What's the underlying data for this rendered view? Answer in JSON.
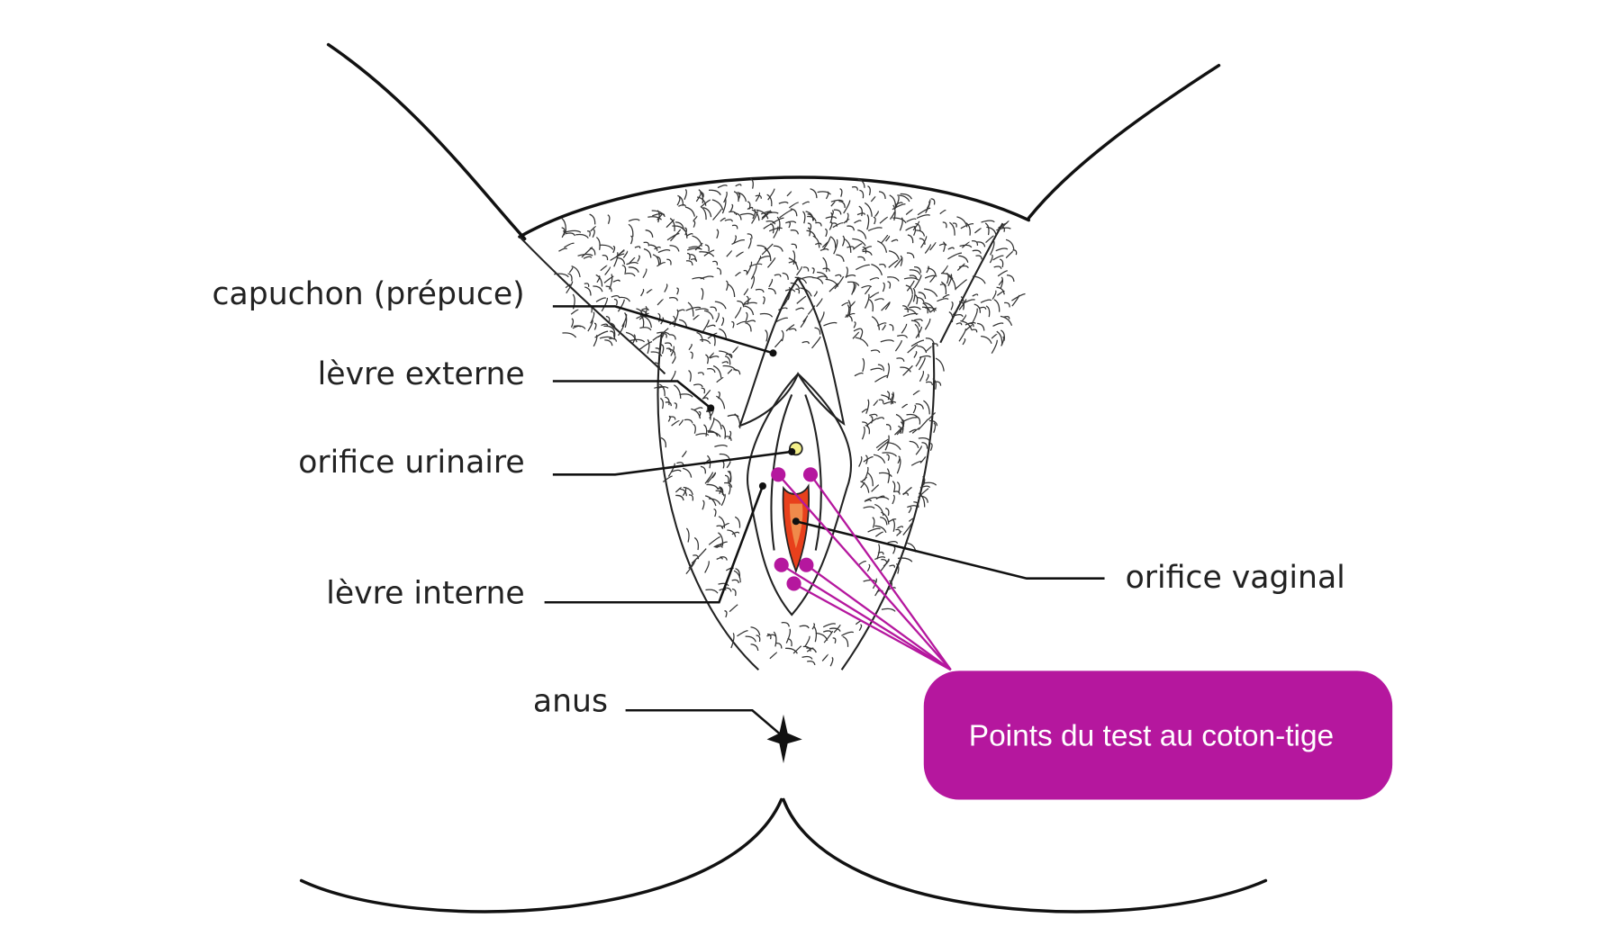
{
  "labels": {
    "hood": "capuchon (prépuce)",
    "outer_lip": "lèvre externe",
    "urethral_opening": "orifice urinaire",
    "inner_lip": "lèvre interne",
    "vaginal_opening": "orifice vaginal",
    "anus": "anus"
  },
  "callout": {
    "text": "Points du test au coton-tige",
    "color": "#b5179e"
  },
  "colors": {
    "vaginal_opening_fill": "#e8401c",
    "vaginal_inner": "#f08a4b",
    "urethral_fill": "#f4f08a",
    "test_point": "#b5179e"
  }
}
